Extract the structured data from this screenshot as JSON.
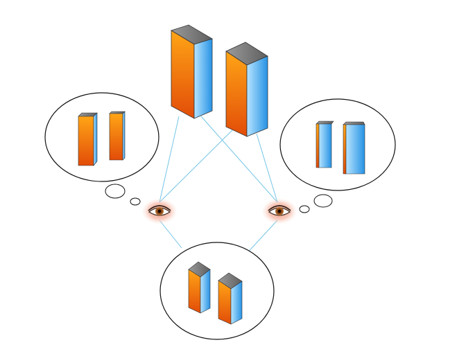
{
  "diagram": {
    "colors": {
      "background": "#ffffff",
      "orange_light": "#ffa516",
      "orange_dark": "#e24c08",
      "blue_light": "#b6e4ff",
      "blue_dark": "#2692e4",
      "top_face": "#7a7a7a",
      "sight_line": "#74c5e6",
      "bubble_stroke": "#111111",
      "eye_glow": "#f5b3a0",
      "iris": "#8a4a1c"
    },
    "objects": [
      {
        "name": "real-tall-prism"
      },
      {
        "name": "real-short-prism"
      }
    ],
    "observers": [
      {
        "name": "left-eye",
        "view": "left-view-bubble"
      },
      {
        "name": "right-eye",
        "view": "right-view-bubble"
      }
    ],
    "views": [
      {
        "name": "left-view-bubble"
      },
      {
        "name": "right-view-bubble"
      },
      {
        "name": "bottom-view-bubble"
      }
    ]
  }
}
